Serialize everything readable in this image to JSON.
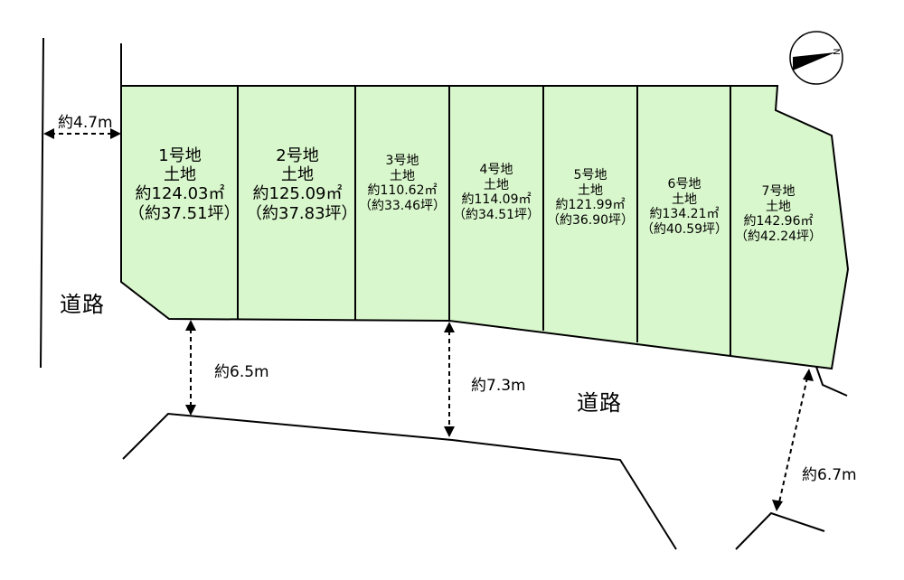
{
  "lots": [
    {
      "name": "1号地",
      "type": "土地",
      "area": "約124.03㎡",
      "tsubo": "（約37.51坪）"
    },
    {
      "name": "2号地",
      "type": "土地",
      "area": "約125.09㎡",
      "tsubo": "（約37.83坪）"
    },
    {
      "name": "3号地",
      "type": "土地",
      "area": "約110.62㎡",
      "tsubo": "（約33.46坪）"
    },
    {
      "name": "4号地",
      "type": "土地",
      "area": "約114.09㎡",
      "tsubo": "（約34.51坪）"
    },
    {
      "name": "5号地",
      "type": "土地",
      "area": "約121.99㎡",
      "tsubo": "（約36.90坪）"
    },
    {
      "name": "6号地",
      "type": "土地",
      "area": "約134.21㎡",
      "tsubo": "（約40.59坪）"
    },
    {
      "name": "7号地",
      "type": "土地",
      "area": "約142.96㎡",
      "tsubo": "（約42.24坪）"
    }
  ],
  "roads": {
    "west": "道路",
    "south": "道路"
  },
  "dimensions": {
    "west_road": "約4.7m",
    "south_road_left": "約6.5m",
    "south_road_mid": "約7.3m",
    "south_road_right": "約6.7m"
  },
  "north_arrow": {
    "label": "N"
  },
  "colors": {
    "lot_fill": "#d9f7cc",
    "line": "#000000"
  }
}
